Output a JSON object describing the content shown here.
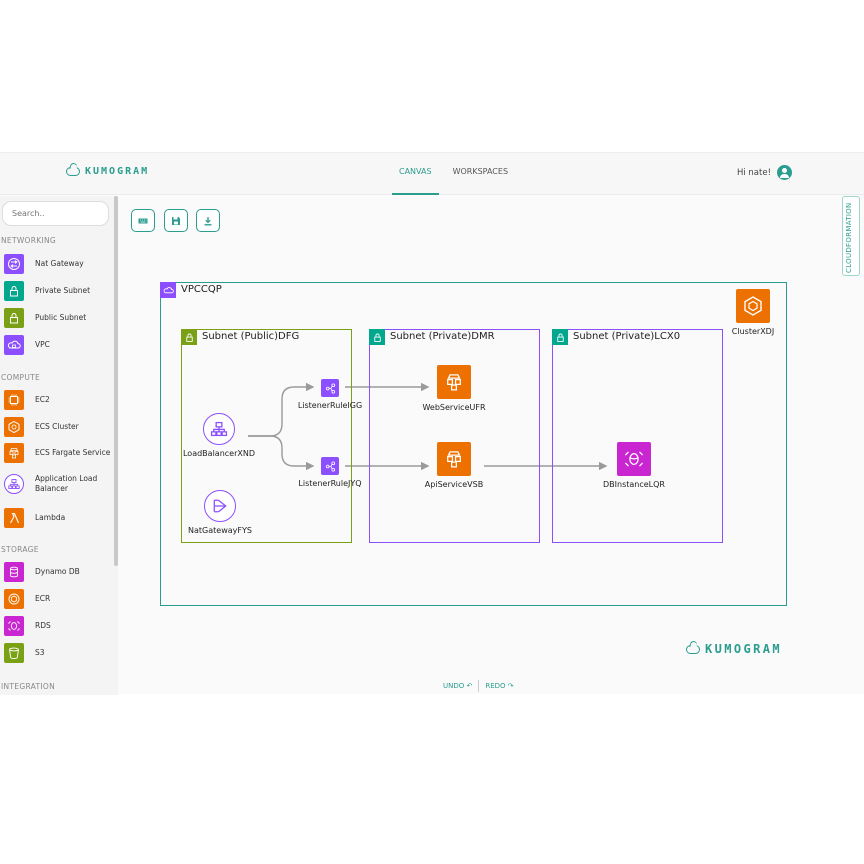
{
  "app": {
    "brand": "KUMOGRAM"
  },
  "nav": {
    "tabs": [
      {
        "label": "CANVAS"
      },
      {
        "label": "WORKSPACES"
      }
    ]
  },
  "user": {
    "greeting": "Hi nate!"
  },
  "sidebar": {
    "search_placeholder": "Search..",
    "sections": [
      {
        "label": "NETWORKING"
      },
      {
        "label": "COMPUTE"
      },
      {
        "label": "STORAGE"
      },
      {
        "label": "INTEGRATION"
      }
    ],
    "items": [
      {
        "label": "Nat Gateway",
        "color": "#8c4fff"
      },
      {
        "label": "Private Subnet",
        "color": "#01a88d"
      },
      {
        "label": "Public Subnet",
        "color": "#7aa116"
      },
      {
        "label": "VPC",
        "color": "#8c4fff"
      },
      {
        "label": "EC2",
        "color": "#ed7100"
      },
      {
        "label": "ECS Cluster",
        "color": "#ed7100"
      },
      {
        "label": "ECS Fargate Service",
        "color": "#ed7100"
      },
      {
        "label": "Application Load Balancer",
        "color": "#8c4fff"
      },
      {
        "label": "Lambda",
        "color": "#ed7100"
      },
      {
        "label": "Dynamo DB",
        "color": "#c925d1"
      },
      {
        "label": "ECR",
        "color": "#ed7100"
      },
      {
        "label": "RDS",
        "color": "#c925d1"
      },
      {
        "label": "S3",
        "color": "#7aa116"
      }
    ]
  },
  "side_tab": {
    "label": "CLOUDFORMATION"
  },
  "canvas": {
    "vpc": {
      "title": "VPCCQP",
      "color": "#2a9d8f"
    },
    "subnets": [
      {
        "title": "Subnet (Public)DFG",
        "color": "#7aa116"
      },
      {
        "title": "Subnet (Private)DMR",
        "color": "#8c4fff"
      },
      {
        "title": "Subnet (Private)LCX0",
        "color": "#8c4fff"
      }
    ],
    "nodes": [
      {
        "label": "ClusterXDJ",
        "color": "#ed7100"
      },
      {
        "label": "LoadBalancerXND",
        "color": "#8c4fff"
      },
      {
        "label": "NatGatewayFYS",
        "color": "#8c4fff"
      },
      {
        "label": "ListenerRuleIGG",
        "color": "#8c4fff"
      },
      {
        "label": "ListenerRuleJYQ",
        "color": "#8c4fff"
      },
      {
        "label": "WebServiceUFR",
        "color": "#ed7100"
      },
      {
        "label": "ApiServiceVSB",
        "color": "#ed7100"
      },
      {
        "label": "DBInstanceLQR",
        "color": "#c925d1"
      }
    ]
  },
  "history": {
    "undo_label": "UNDO",
    "redo_label": "REDO"
  },
  "accent": "#2a9d8f"
}
